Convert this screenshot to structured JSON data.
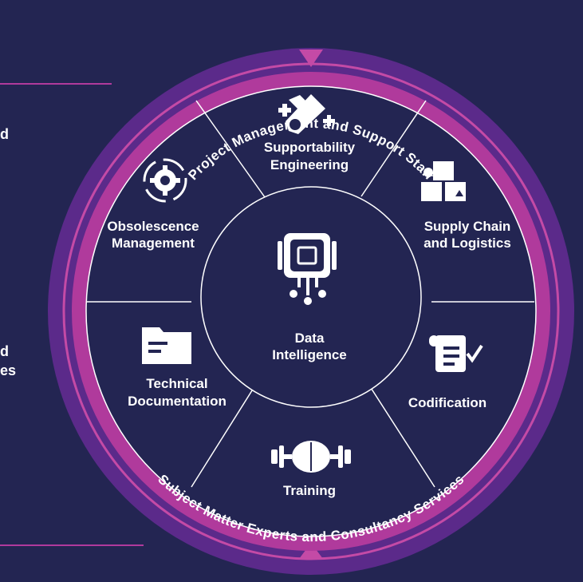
{
  "ring": {
    "top_label": "Project Management and Support Staff",
    "bottom_label": "Subject Matter Experts and Consultancy Services"
  },
  "center": {
    "label_line1": "Data",
    "label_line2": "Intelligence",
    "icon": "chip-icon"
  },
  "segments": [
    {
      "line1": "Supportability",
      "line2": "Engineering",
      "icon": "tools-icon"
    },
    {
      "line1": "Supply Chain",
      "line2": "and Logistics",
      "icon": "boxes-icon"
    },
    {
      "line1": "Codification",
      "line2": "",
      "icon": "document-check-icon"
    },
    {
      "line1": "Training",
      "line2": "",
      "icon": "brain-dumbbell-icon"
    },
    {
      "line1": "Technical",
      "line2": "Documentation",
      "icon": "folder-icon"
    },
    {
      "line1": "Obsolescence",
      "line2": "Management",
      "icon": "cycle-gear-icon"
    }
  ],
  "side_fragments": [
    "d",
    "d",
    "es"
  ],
  "colors": {
    "background": "#232552",
    "outer_ring": "#5b2a8a",
    "inner_ring": "#b03a9c",
    "panel": "#232552",
    "text": "#ffffff"
  }
}
